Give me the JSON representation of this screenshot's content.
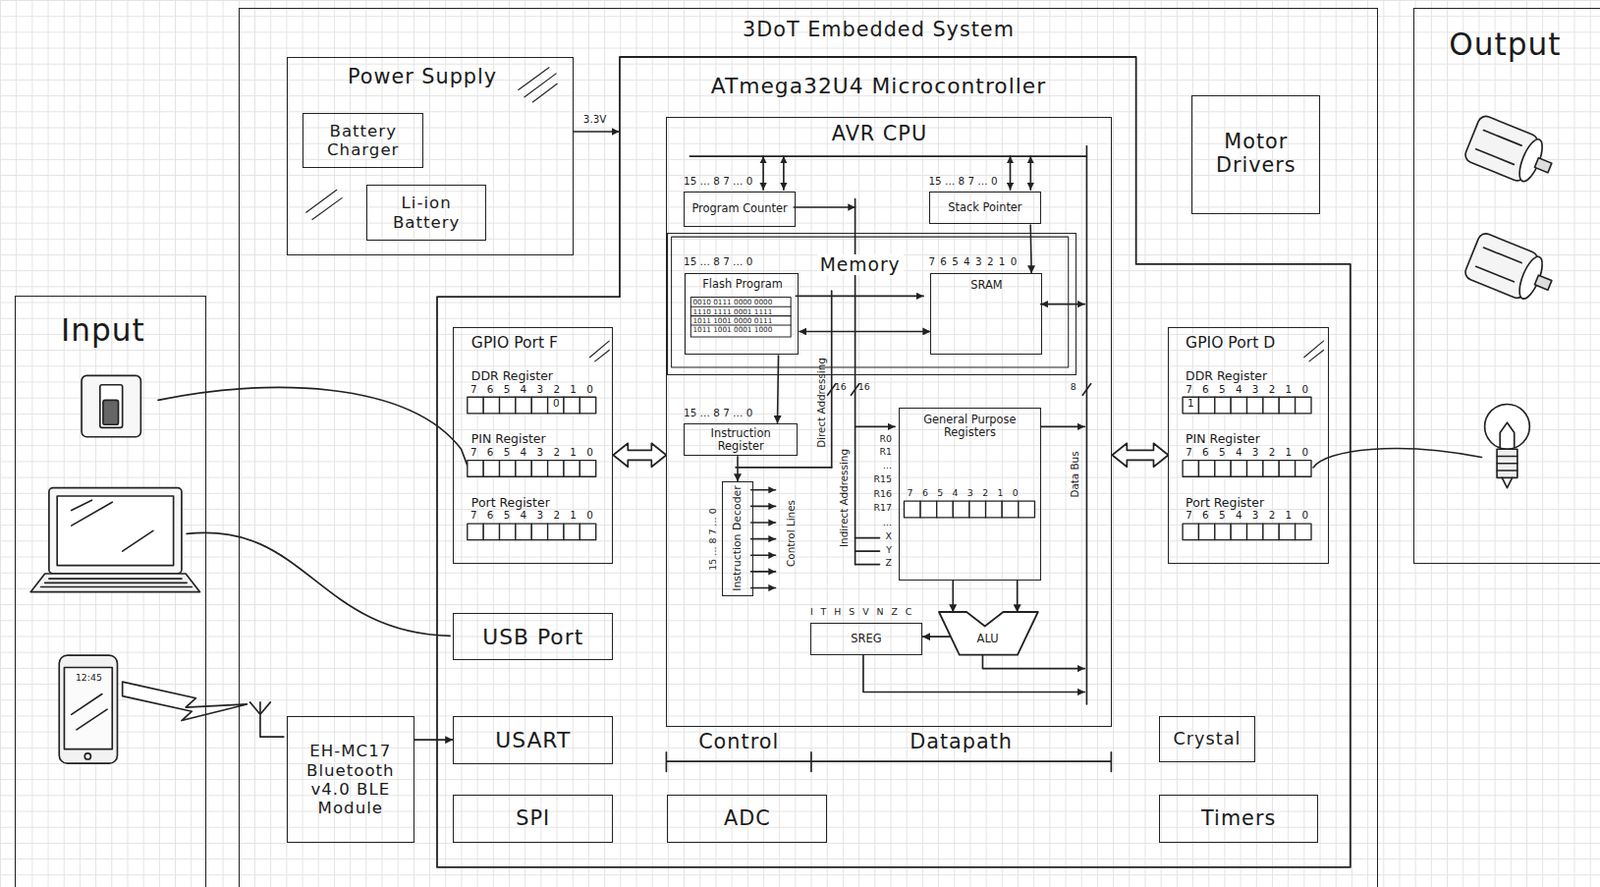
{
  "diagram": {
    "nodes": [
      {
        "text": [
          "Input"
        ]
      },
      {
        "text": [
          "3DoT Embedded System"
        ]
      },
      {
        "text": [
          "Output"
        ]
      },
      {
        "text": [
          "Power Supply"
        ],
        "in": 1
      },
      {
        "text": [
          "Battery Charger"
        ],
        "in": 3
      },
      {
        "text": [
          "Li-ion Battery"
        ],
        "in": 3
      },
      {
        "text": [
          "ATmega32U4 Microcontroller"
        ],
        "in": 1
      },
      {
        "text": [
          "Motor Drivers"
        ],
        "in": 1
      },
      {
        "text": [
          "AVR CPU"
        ],
        "in": 6
      },
      {
        "text": [
          "Program Counter"
        ],
        "in": 8
      },
      {
        "text": [
          "Stack Pointer"
        ],
        "in": 8
      },
      {
        "text": [
          "Memory"
        ],
        "in": 8
      },
      {
        "text": [
          "Flash Program"
        ],
        "in": 11
      },
      {
        "text": [
          "SRAM"
        ],
        "in": 11
      },
      {
        "text": [
          "Instruction Register"
        ],
        "in": 8
      },
      {
        "text": [
          "Instruction Decoder"
        ],
        "in": 8
      },
      {
        "text": [
          "General Purpose Registers"
        ],
        "in": 8
      },
      {
        "text": [
          "SREG"
        ],
        "in": 8
      },
      {
        "text": [
          "ALU"
        ],
        "in": 8
      },
      {
        "text": [
          "GPIO Port F",
          "DDR Register",
          "PIN Register",
          "Port Register"
        ],
        "in": 6
      },
      {
        "text": [
          "USB Port"
        ],
        "in": 6
      },
      {
        "text": [
          "USART"
        ],
        "in": 6
      },
      {
        "text": [
          "SPI"
        ],
        "in": 6
      },
      {
        "text": [
          "ADC"
        ],
        "in": 6
      },
      {
        "text": [
          "GPIO Port D",
          "DDR Register",
          "PIN Register",
          "Port Register"
        ],
        "in": 6
      },
      {
        "text": [
          "Crystal"
        ],
        "in": 6
      },
      {
        "text": [
          "Timers"
        ],
        "in": 6
      },
      {
        "text": [
          "EH-MC17 Bluetooth v4.0 BLE Module"
        ],
        "in": 1
      }
    ],
    "edges": [
      {
        "from": 3,
        "to": 6,
        "arrow": "to",
        "label": "3.3V"
      },
      {
        "from": 27,
        "to": 21,
        "arrow": "to"
      },
      {
        "from": 19,
        "to": 8,
        "arrow": "both"
      },
      {
        "from": 8,
        "to": 24,
        "arrow": "both"
      },
      {
        "from": 10,
        "to": 13,
        "arrow": "to"
      },
      {
        "from": 12,
        "to": 14,
        "arrow": "to"
      },
      {
        "from": 12,
        "to": 13,
        "arrow": "both"
      },
      {
        "from": 14,
        "to": 15,
        "arrow": "to"
      },
      {
        "from": 16,
        "to": 18,
        "arrow": "to"
      },
      {
        "from": 16,
        "to": 18,
        "arrow": "to"
      },
      {
        "from": 18,
        "to": 17,
        "arrow": "to"
      }
    ],
    "labels": [
      "12:45",
      "15 … 8 7 … 0",
      "15 … 8 7 … 0",
      "15 … 8 7 … 0",
      "7 6 5 4 3 2 1 0",
      "0010 0111 0000 0000",
      "1110 1111 0001 1111",
      "1011 1001 0000 0111",
      "1011 1001 0001 1000",
      "Direct Addressing",
      "16",
      "16",
      "8",
      "15 … 8 7 … 0",
      "Indirect Addressing",
      "Control Lines",
      "15 … 8 7 … 0",
      "Data Bus",
      "R0",
      "R1",
      "…",
      "R15",
      "R16",
      "R17",
      "…",
      "X",
      "Y",
      "Z",
      "7 6 5 4 3 2 1 0",
      "I T H S V N Z C",
      "Control",
      "Datapath",
      "7 6 5 4 3 2 1 0",
      "0",
      "7 6 5 4 3 2 1 0",
      "7 6 5 4 3 2 1 0",
      "7 6 5 4 3 2 1 0",
      "1",
      "7 6 5 4 3 2 1 0",
      "7 6 5 4 3 2 1 0"
    ]
  }
}
